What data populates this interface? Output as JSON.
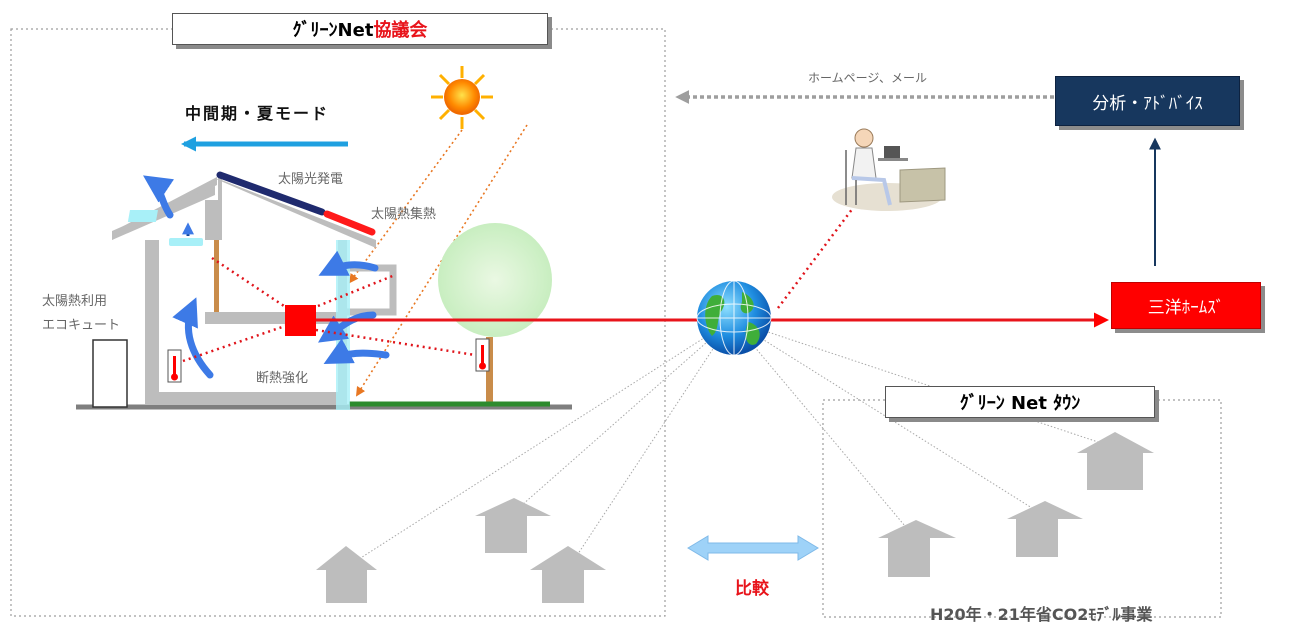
{
  "council": {
    "title_prefix": "ｸﾞﾘｰﾝNet",
    "title_suffix": "協議会"
  },
  "house": {
    "mode_label": "中間期・夏モード",
    "solar_pv": "太陽光発電",
    "solar_thermal": "太陽熱集熱",
    "ecocute_line1": "太陽熱利用",
    "ecocute_line2": "エコキュート",
    "insulation": "断熱強化"
  },
  "network": {
    "feedback_label": "ホームページ、メール",
    "advice_box": "分析・ｱﾄﾞﾊﾞｲｽ",
    "company_box": "三洋ﾎｰﾑｽﾞ"
  },
  "town": {
    "title": "ｸﾞﾘｰﾝ Net ﾀｳﾝ"
  },
  "compare_label": "比較",
  "project_caption": "H20年・21年省CO2ﾓﾃﾞﾙ事業",
  "colors": {
    "navy": "#17375e",
    "red": "#ff0000",
    "sky_arrow": "#1fa0e0",
    "airflow": "#3d7ae6",
    "house_gray": "#bdbdbd"
  }
}
